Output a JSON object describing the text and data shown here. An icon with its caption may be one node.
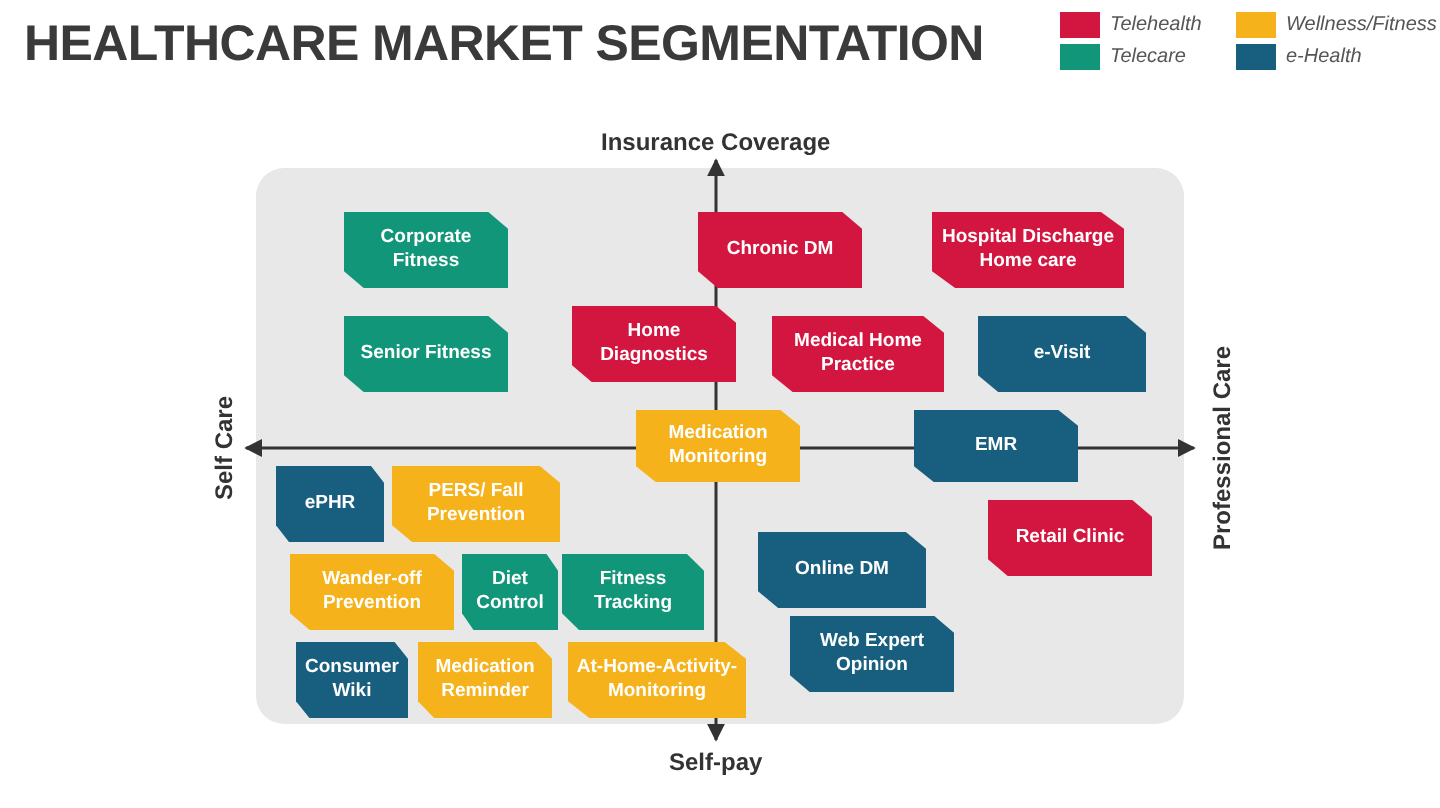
{
  "diagram": {
    "title": "HEALTHCARE MARKET SEGMENTATION",
    "nodes": [
      {
        "text": [
          "Corporate Fitness"
        ]
      },
      {
        "text": [
          "Chronic DM"
        ]
      },
      {
        "text": [
          "Hospital Discharge Home care"
        ]
      },
      {
        "text": [
          "Senior Fitness"
        ]
      },
      {
        "text": [
          "Home Diagnostics"
        ]
      },
      {
        "text": [
          "Medical Home Practice"
        ]
      },
      {
        "text": [
          "e-Visit"
        ]
      },
      {
        "text": [
          "Medication Monitoring"
        ]
      },
      {
        "text": [
          "EMR"
        ]
      },
      {
        "text": [
          "ePHR"
        ]
      },
      {
        "text": [
          "PERS/ Fall Prevention"
        ]
      },
      {
        "text": [
          "Retail Clinic"
        ]
      },
      {
        "text": [
          "Online DM"
        ]
      },
      {
        "text": [
          "Wander-off Prevention"
        ]
      },
      {
        "text": [
          "Diet Control"
        ]
      },
      {
        "text": [
          "Fitness Tracking"
        ]
      },
      {
        "text": [
          "Web Expert Opinion"
        ]
      },
      {
        "text": [
          "Consumer Wiki"
        ]
      },
      {
        "text": [
          "Medication Reminder"
        ]
      },
      {
        "text": [
          "At-Home-Activity-Monitoring"
        ]
      }
    ],
    "edges": [],
    "labels": [
      "Insurance Coverage",
      "Self Care",
      "Professional Care",
      "Self-pay"
    ],
    "legend": [
      {
        "text": "Telehealth",
        "color": "#d3163f"
      },
      {
        "text": "Wellness/Fitness",
        "color": "#f5b21b"
      },
      {
        "text": "Telecare",
        "color": "#12967a"
      },
      {
        "text": "e-Health",
        "color": "#175e7f"
      }
    ]
  }
}
